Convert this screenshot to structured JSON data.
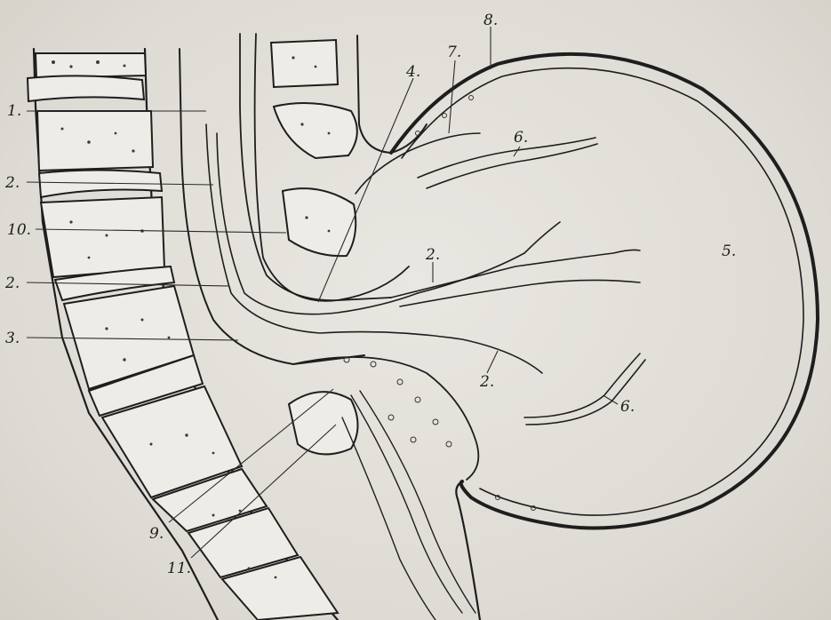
{
  "diagram": {
    "labels": [
      {
        "id": "label-1-left",
        "text": "1."
      },
      {
        "id": "label-2-left-a",
        "text": "2."
      },
      {
        "id": "label-10",
        "text": "10."
      },
      {
        "id": "label-2-left-b",
        "text": "2."
      },
      {
        "id": "label-3",
        "text": "3."
      },
      {
        "id": "label-4",
        "text": "4."
      },
      {
        "id": "label-7",
        "text": "7."
      },
      {
        "id": "label-8",
        "text": "8."
      },
      {
        "id": "label-6-top",
        "text": "6."
      },
      {
        "id": "label-5",
        "text": "5."
      },
      {
        "id": "label-2-mid",
        "text": "2."
      },
      {
        "id": "label-2-lower",
        "text": "2."
      },
      {
        "id": "label-6-bottom",
        "text": "6."
      },
      {
        "id": "label-9",
        "text": "9."
      },
      {
        "id": "label-11",
        "text": "11."
      }
    ]
  }
}
